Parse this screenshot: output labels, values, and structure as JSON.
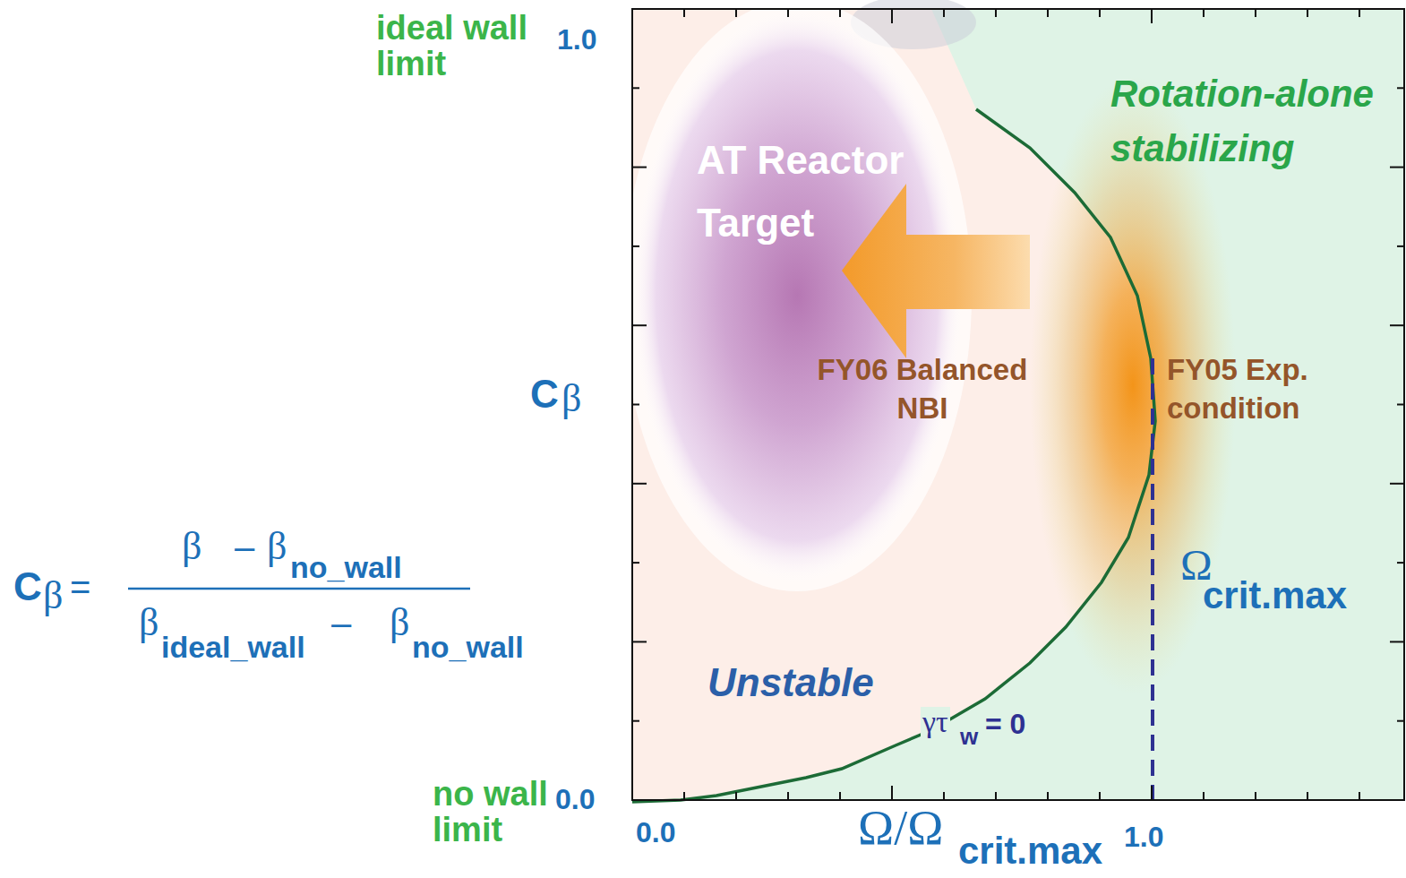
{
  "diagram": {
    "labels": [
      "ideal wall limit",
      "1.0",
      "no wall limit",
      "0.0",
      "C",
      "β",
      "C",
      "β",
      "=",
      "β",
      "–",
      "β",
      "no_wall",
      "β",
      "ideal_wall",
      "–",
      "β",
      "no_wall",
      "AT Reactor Target",
      "Rotation-alone stabilizing",
      "FY06 Balanced NBI",
      "FY05 Exp. condition",
      "Ω",
      "crit.max",
      "Unstable",
      "γτ",
      "w",
      "= 0",
      "0.0",
      "Ω/Ω",
      "crit.max",
      "1.0"
    ]
  }
}
